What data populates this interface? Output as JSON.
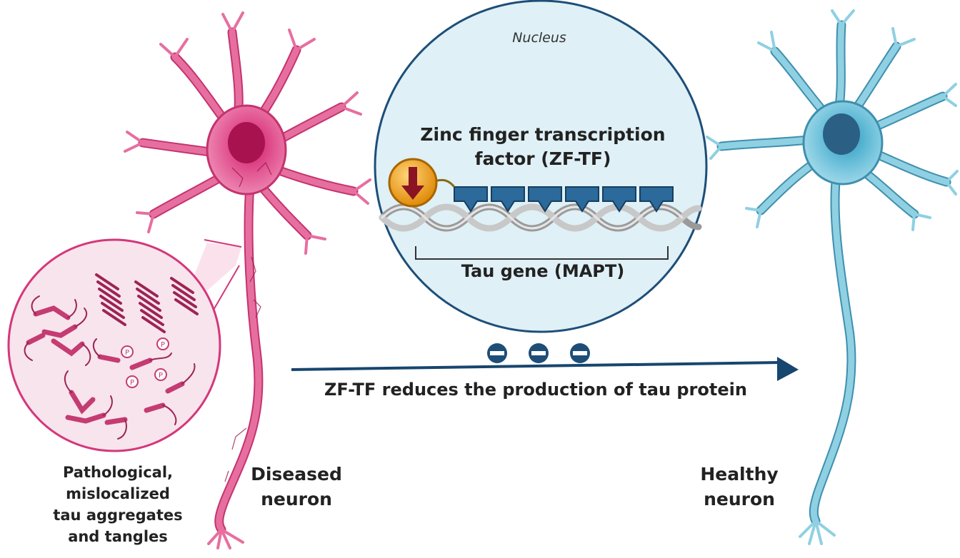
{
  "nucleus": {
    "label": "Nucleus"
  },
  "zf_tf": {
    "title_line1": "Zinc finger transcription",
    "title_line2": "factor (ZF-TF)"
  },
  "gene": {
    "label": "Tau gene (MAPT)"
  },
  "arrow": {
    "caption": "ZF-TF reduces the production of tau protein"
  },
  "phospho_label": "P",
  "labels": {
    "pathological": [
      "Pathological,",
      "mislocalized",
      "tau aggregates",
      "and tangles"
    ],
    "diseased": [
      "Diseased",
      "neuron"
    ],
    "healthy": [
      "Healthy",
      "neuron"
    ]
  },
  "colors": {
    "diseased_neuron": "#e76fa0",
    "diseased_nucleus": "#a8124f",
    "healthy_neuron": "#8fd0e3",
    "healthy_nucleus": "#2b5f84",
    "nucleus_border": "#1d4e78",
    "nucleus_fill": "#dff0f6",
    "zf_block": "#2b6a9a",
    "repressor": "#f0a318",
    "arrow": "#17466e"
  }
}
